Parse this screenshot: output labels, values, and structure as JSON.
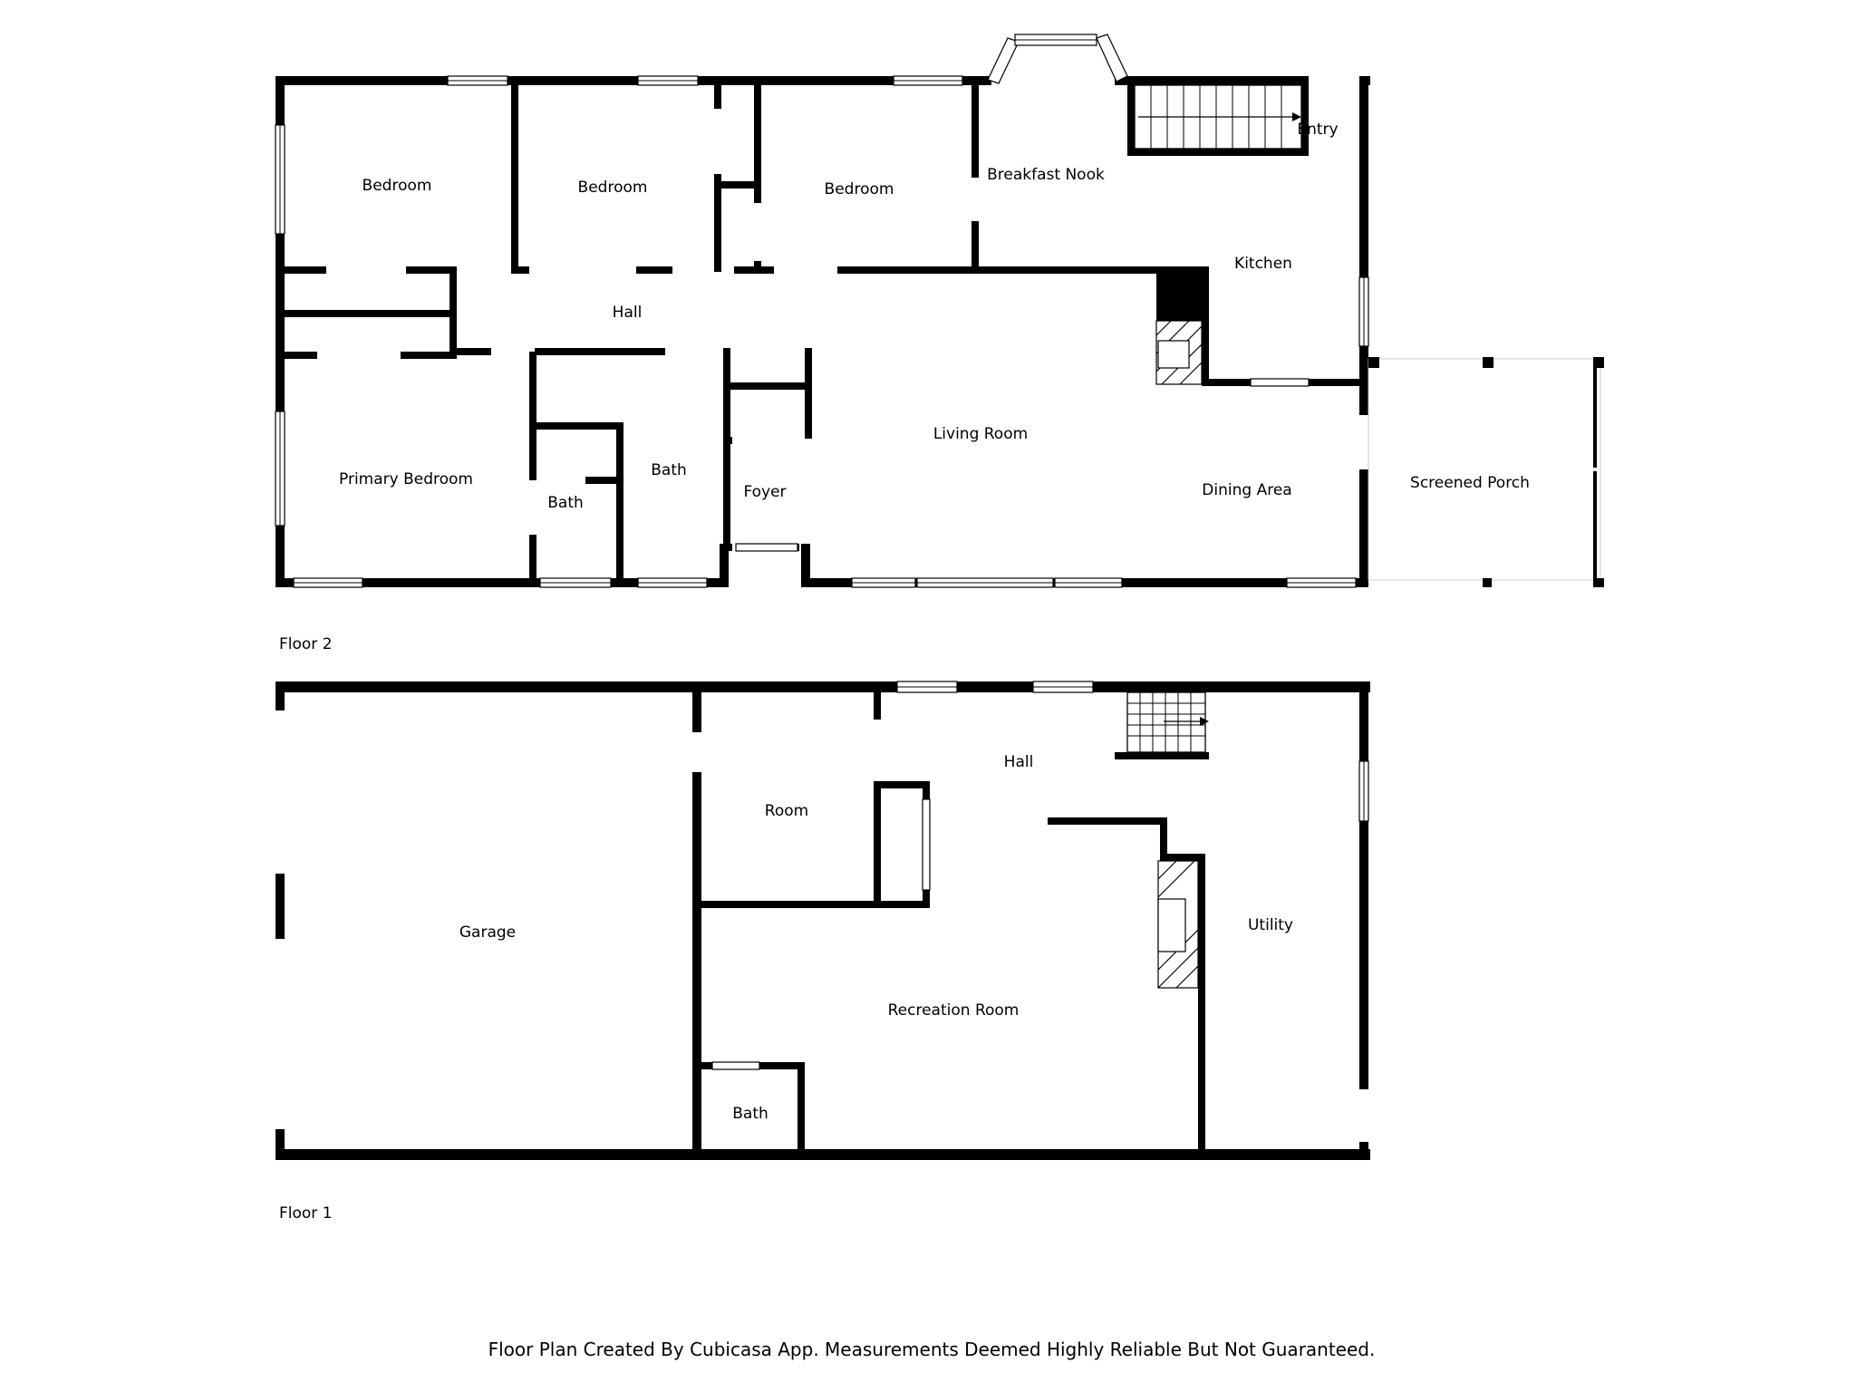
{
  "floors": [
    {
      "label": "Floor 2",
      "rooms": {
        "bedroom_1": "Bedroom",
        "bedroom_2": "Bedroom",
        "bedroom_3": "Bedroom",
        "breakfast_nook": "Breakfast Nook",
        "entry": "Entry",
        "kitchen": "Kitchen",
        "hall": "Hall",
        "living_room": "Living Room",
        "primary_bedroom": "Primary Bedroom",
        "bath_1": "Bath",
        "bath_2": "Bath",
        "foyer": "Foyer",
        "dining_area": "Dining Area",
        "screened_porch": "Screened Porch"
      }
    },
    {
      "label": "Floor 1",
      "rooms": {
        "garage": "Garage",
        "room": "Room",
        "hall": "Hall",
        "utility": "Utility",
        "recreation_room": "Recreation Room",
        "bath": "Bath"
      }
    }
  ],
  "footer": "Floor Plan Created By Cubicasa App. Measurements Deemed Highly Reliable But Not Guaranteed."
}
